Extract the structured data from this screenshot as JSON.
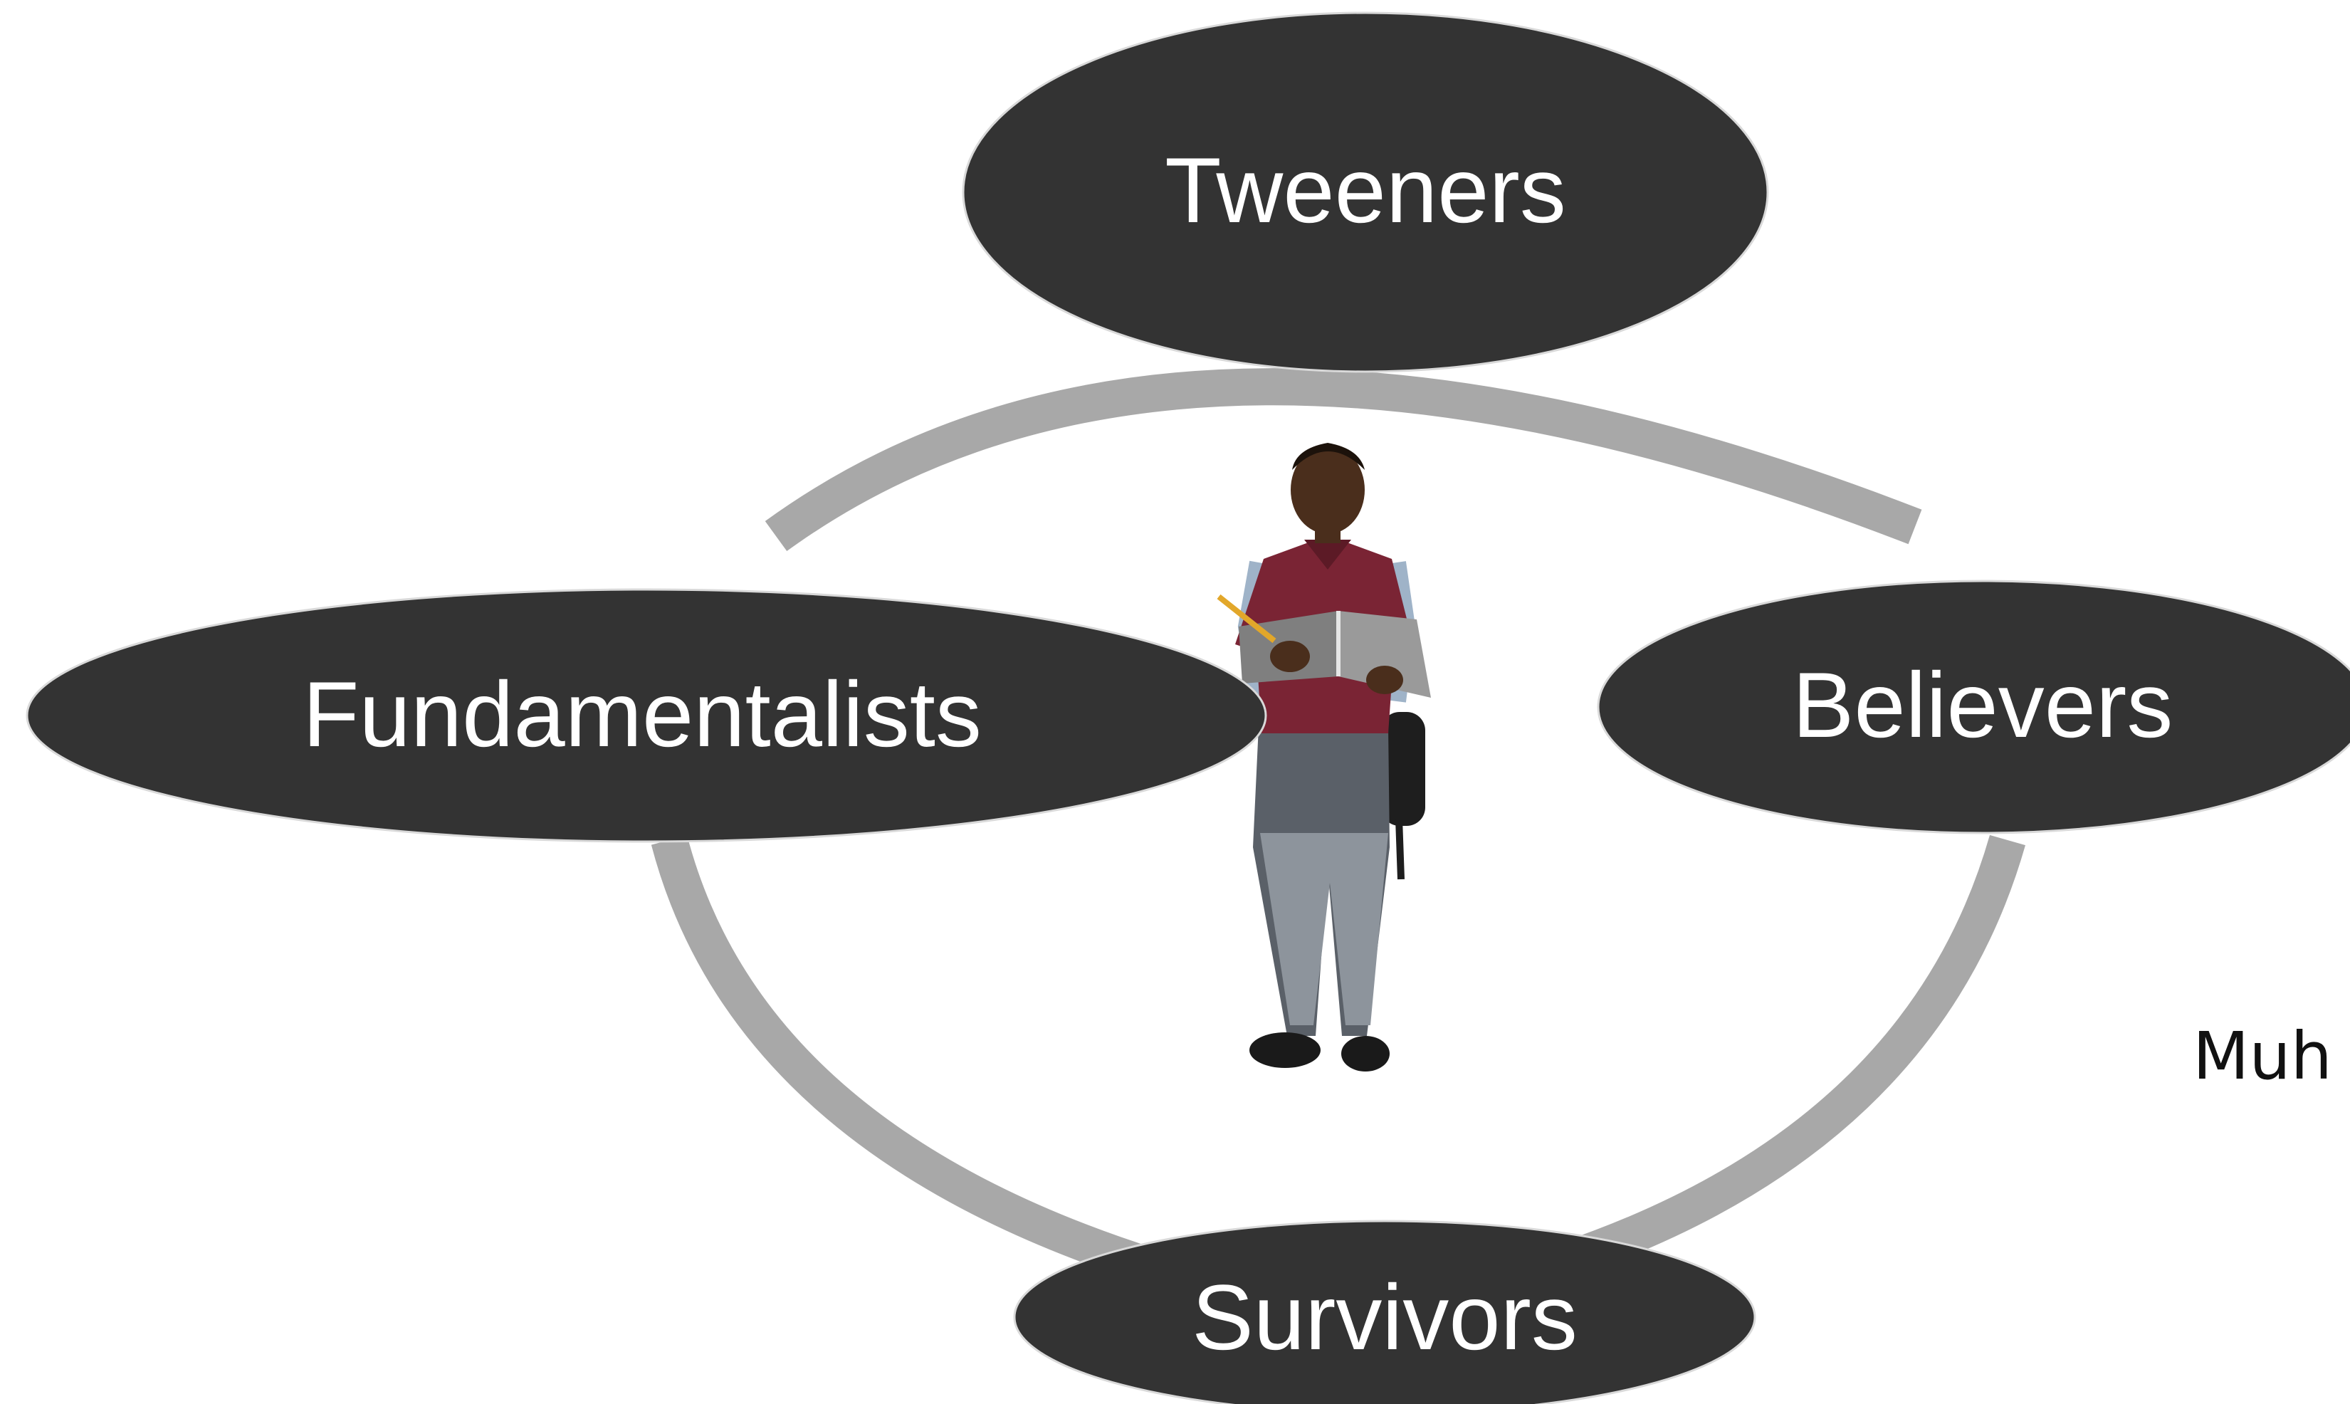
{
  "diagram": {
    "nodes": [
      {
        "id": "tweeners",
        "label": "Tweeners"
      },
      {
        "id": "fundamentalists",
        "label": "Fundamentalists"
      },
      {
        "id": "believers",
        "label": "Believers"
      },
      {
        "id": "survivors",
        "label": "Survivors"
      }
    ],
    "cut_off_text": "Muh",
    "photo": "child-with-notebook-photo",
    "colors": {
      "node_fill": "#333333",
      "node_text": "#ffffff",
      "cycle_ring": "#a8a8a8",
      "background": "#ffffff"
    }
  }
}
